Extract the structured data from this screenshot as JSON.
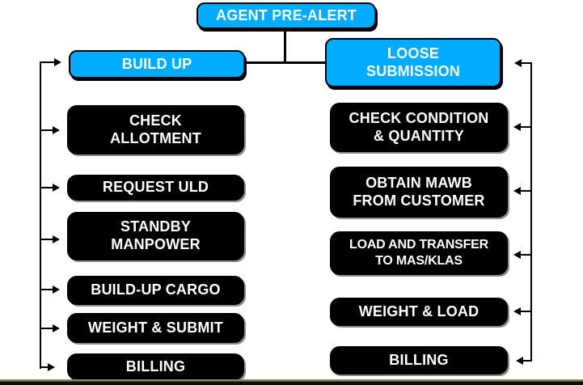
{
  "colors": {
    "accent_blue": "#00ACFF",
    "node_black": "#000000",
    "text_white": "#FFFFFF",
    "edge_black": "#000000",
    "bottom_bar_line": "#8A8A66",
    "bottom_bar_fill": "#0E0E0B"
  },
  "flowchart": {
    "root": "AGENT PRE-ALERT",
    "branches": [
      {
        "header": "BUILD UP",
        "steps": [
          "CHECK\nALLOTMENT",
          "REQUEST ULD",
          "STANDBY\nMANPOWER",
          "BUILD-UP CARGO",
          "WEIGHT & SUBMIT",
          "BILLING"
        ]
      },
      {
        "header": "LOOSE\nSUBMISSION",
        "steps": [
          "CHECK CONDITION\n& QUANTITY",
          "OBTAIN MAWB\nFROM CUSTOMER",
          "LOAD AND TRANSFER\nTO MAS/KLAS",
          "WEIGHT & LOAD",
          "BILLING"
        ]
      }
    ]
  }
}
